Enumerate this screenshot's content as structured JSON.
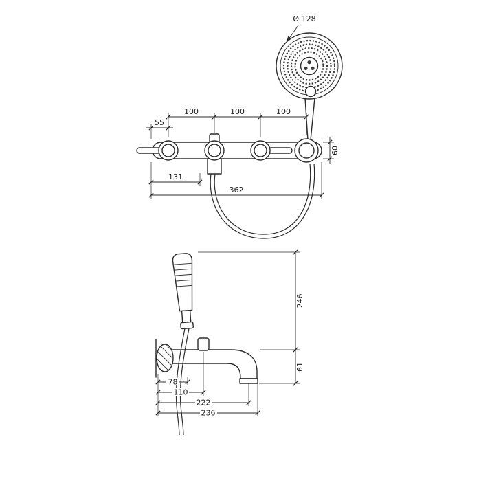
{
  "drawing": {
    "dims": {
      "head_diameter": "Ø 128",
      "spacing_1": "100",
      "spacing_2": "100",
      "spacing_3": "100",
      "offset_55": "55",
      "depth_60": "60",
      "width_131": "131",
      "width_362": "362",
      "height_246": "246",
      "drop_61": "61",
      "reach_78": "78",
      "reach_110": "110",
      "reach_222": "222",
      "reach_236": "236"
    },
    "colors": {
      "line": "#2b2b2b",
      "background": "#ffffff"
    }
  }
}
